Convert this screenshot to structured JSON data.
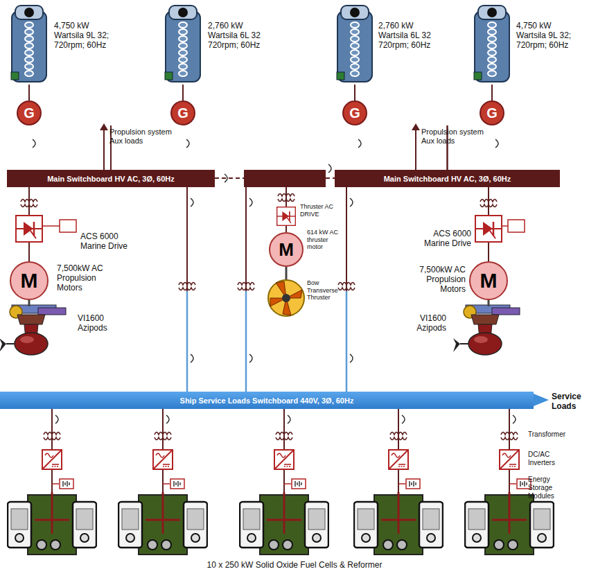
{
  "diagram": {
    "caption": "10 x 250 kW Solid Oxide Fuel Cells & Reformer",
    "nodes": [
      {
        "text": [
          "G"
        ]
      },
      {
        "text": [
          "G"
        ]
      },
      {
        "text": [
          "G"
        ]
      },
      {
        "text": [
          "G"
        ]
      },
      {
        "text": [
          "Main Switchboard HV AC, 3Ø, 60Hz"
        ]
      },
      {
        "text": [
          "Main Switchboard HV AC, 3Ø, 60Hz"
        ]
      },
      {
        "text": [
          "M"
        ]
      },
      {
        "text": [
          "M"
        ]
      },
      {
        "text": [
          "M"
        ]
      },
      {
        "text": [
          "Ship Service Loads Switchboard 440V, 3Ø, 60Hz"
        ]
      }
    ],
    "edges": [
      {
        "from": 0,
        "to": 4,
        "arrow": "none"
      },
      {
        "from": 1,
        "to": 4,
        "arrow": "none"
      },
      {
        "from": 2,
        "to": 5,
        "arrow": "none"
      },
      {
        "from": 3,
        "to": 5,
        "arrow": "none"
      },
      {
        "from": 4,
        "to": 6,
        "arrow": "none"
      },
      {
        "from": 5,
        "to": 8,
        "arrow": "none"
      },
      {
        "from": 4,
        "to": 9,
        "arrow": "none"
      },
      {
        "from": 5,
        "to": 9,
        "arrow": "none"
      }
    ],
    "labels": [
      "4,750 kW Wartsila 9L 32; 720rpm; 60Hz",
      "Propulsion system Aux loads",
      "2,760 kW Wartsila 6L 32 720rpm; 60Hz",
      "2,760 kW Wartsila 6L 32 720rpm; 60Hz",
      "Propulsion system Aux loads",
      "4,750 kW Wartsila 9L 32; 720rpm; 60Hz",
      "ACS 6000 Marine Drive",
      "Thruster AC DRIVE",
      "614 kW AC thruster motor",
      "ACS 6000 Marine Drive",
      "7,500kW AC Propulsion Motors",
      "Bow Transverse Thruster",
      "7,500kW AC Propulsion Motors",
      "VI1600 Azipods",
      "VI1600 Azipods",
      "Service Loads",
      "Transformer",
      "DC/AC Inverters",
      "Energy Storage Modules"
    ]
  }
}
